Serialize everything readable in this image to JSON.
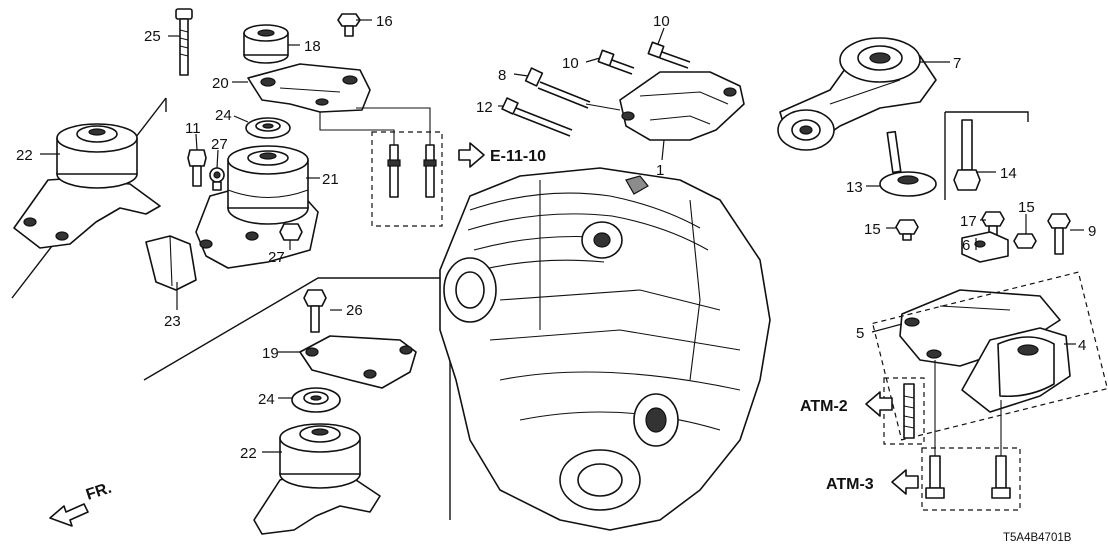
{
  "diagram": {
    "callouts": {
      "c1": "1",
      "c4": "4",
      "c5": "5",
      "c6": "6",
      "c7": "7",
      "c8": "8",
      "c9": "9",
      "c10a": "10",
      "c10b": "10",
      "c11": "11",
      "c12": "12",
      "c13": "13",
      "c14": "14",
      "c15a": "15",
      "c15b": "15",
      "c16": "16",
      "c17": "17",
      "c18": "18",
      "c19": "19",
      "c20": "20",
      "c21": "21",
      "c22a": "22",
      "c22b": "22",
      "c23": "23",
      "c24a": "24",
      "c24b": "24",
      "c25": "25",
      "c26": "26",
      "c27a": "27",
      "c27b": "27"
    },
    "references": {
      "engine_ref": "E-11-10",
      "atm2_ref": "ATM-2",
      "atm3_ref": "ATM-3",
      "front_label": "FR."
    },
    "diagram_code": "T5A4B4701B"
  }
}
